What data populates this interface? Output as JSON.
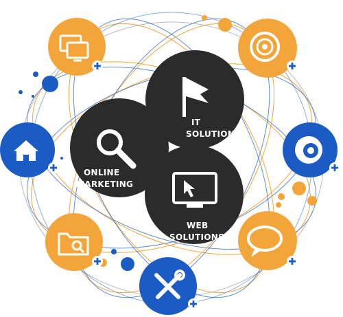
{
  "colors": {
    "dark": "#2b2b2b",
    "orange": "#f3a53a",
    "blue": "#1a5cc4",
    "white": "#ffffff"
  },
  "hubs": {
    "online_marketing": {
      "line1": "ONLINE",
      "line2": "MARKETING",
      "icon": "magnifier-icon"
    },
    "it_solutions": {
      "line1": "IT",
      "line2": "SOLUTIONS",
      "icon": "flag-icon"
    },
    "web_solutions": {
      "line1": "WEB",
      "line2": "SOLUTIONS",
      "icon": "monitor-cursor-icon"
    }
  },
  "satellites": [
    {
      "name": "monitors",
      "icon": "monitors-icon",
      "color": "orange"
    },
    {
      "name": "target",
      "icon": "target-icon",
      "color": "orange"
    },
    {
      "name": "home",
      "icon": "home-icon",
      "color": "blue"
    },
    {
      "name": "camera",
      "icon": "camera-icon",
      "color": "blue"
    },
    {
      "name": "folder-search",
      "icon": "folder-search-icon",
      "color": "orange"
    },
    {
      "name": "chat",
      "icon": "chat-bubble-icon",
      "color": "orange"
    },
    {
      "name": "tools",
      "icon": "tools-icon",
      "color": "blue"
    }
  ],
  "plus_sign": "+"
}
